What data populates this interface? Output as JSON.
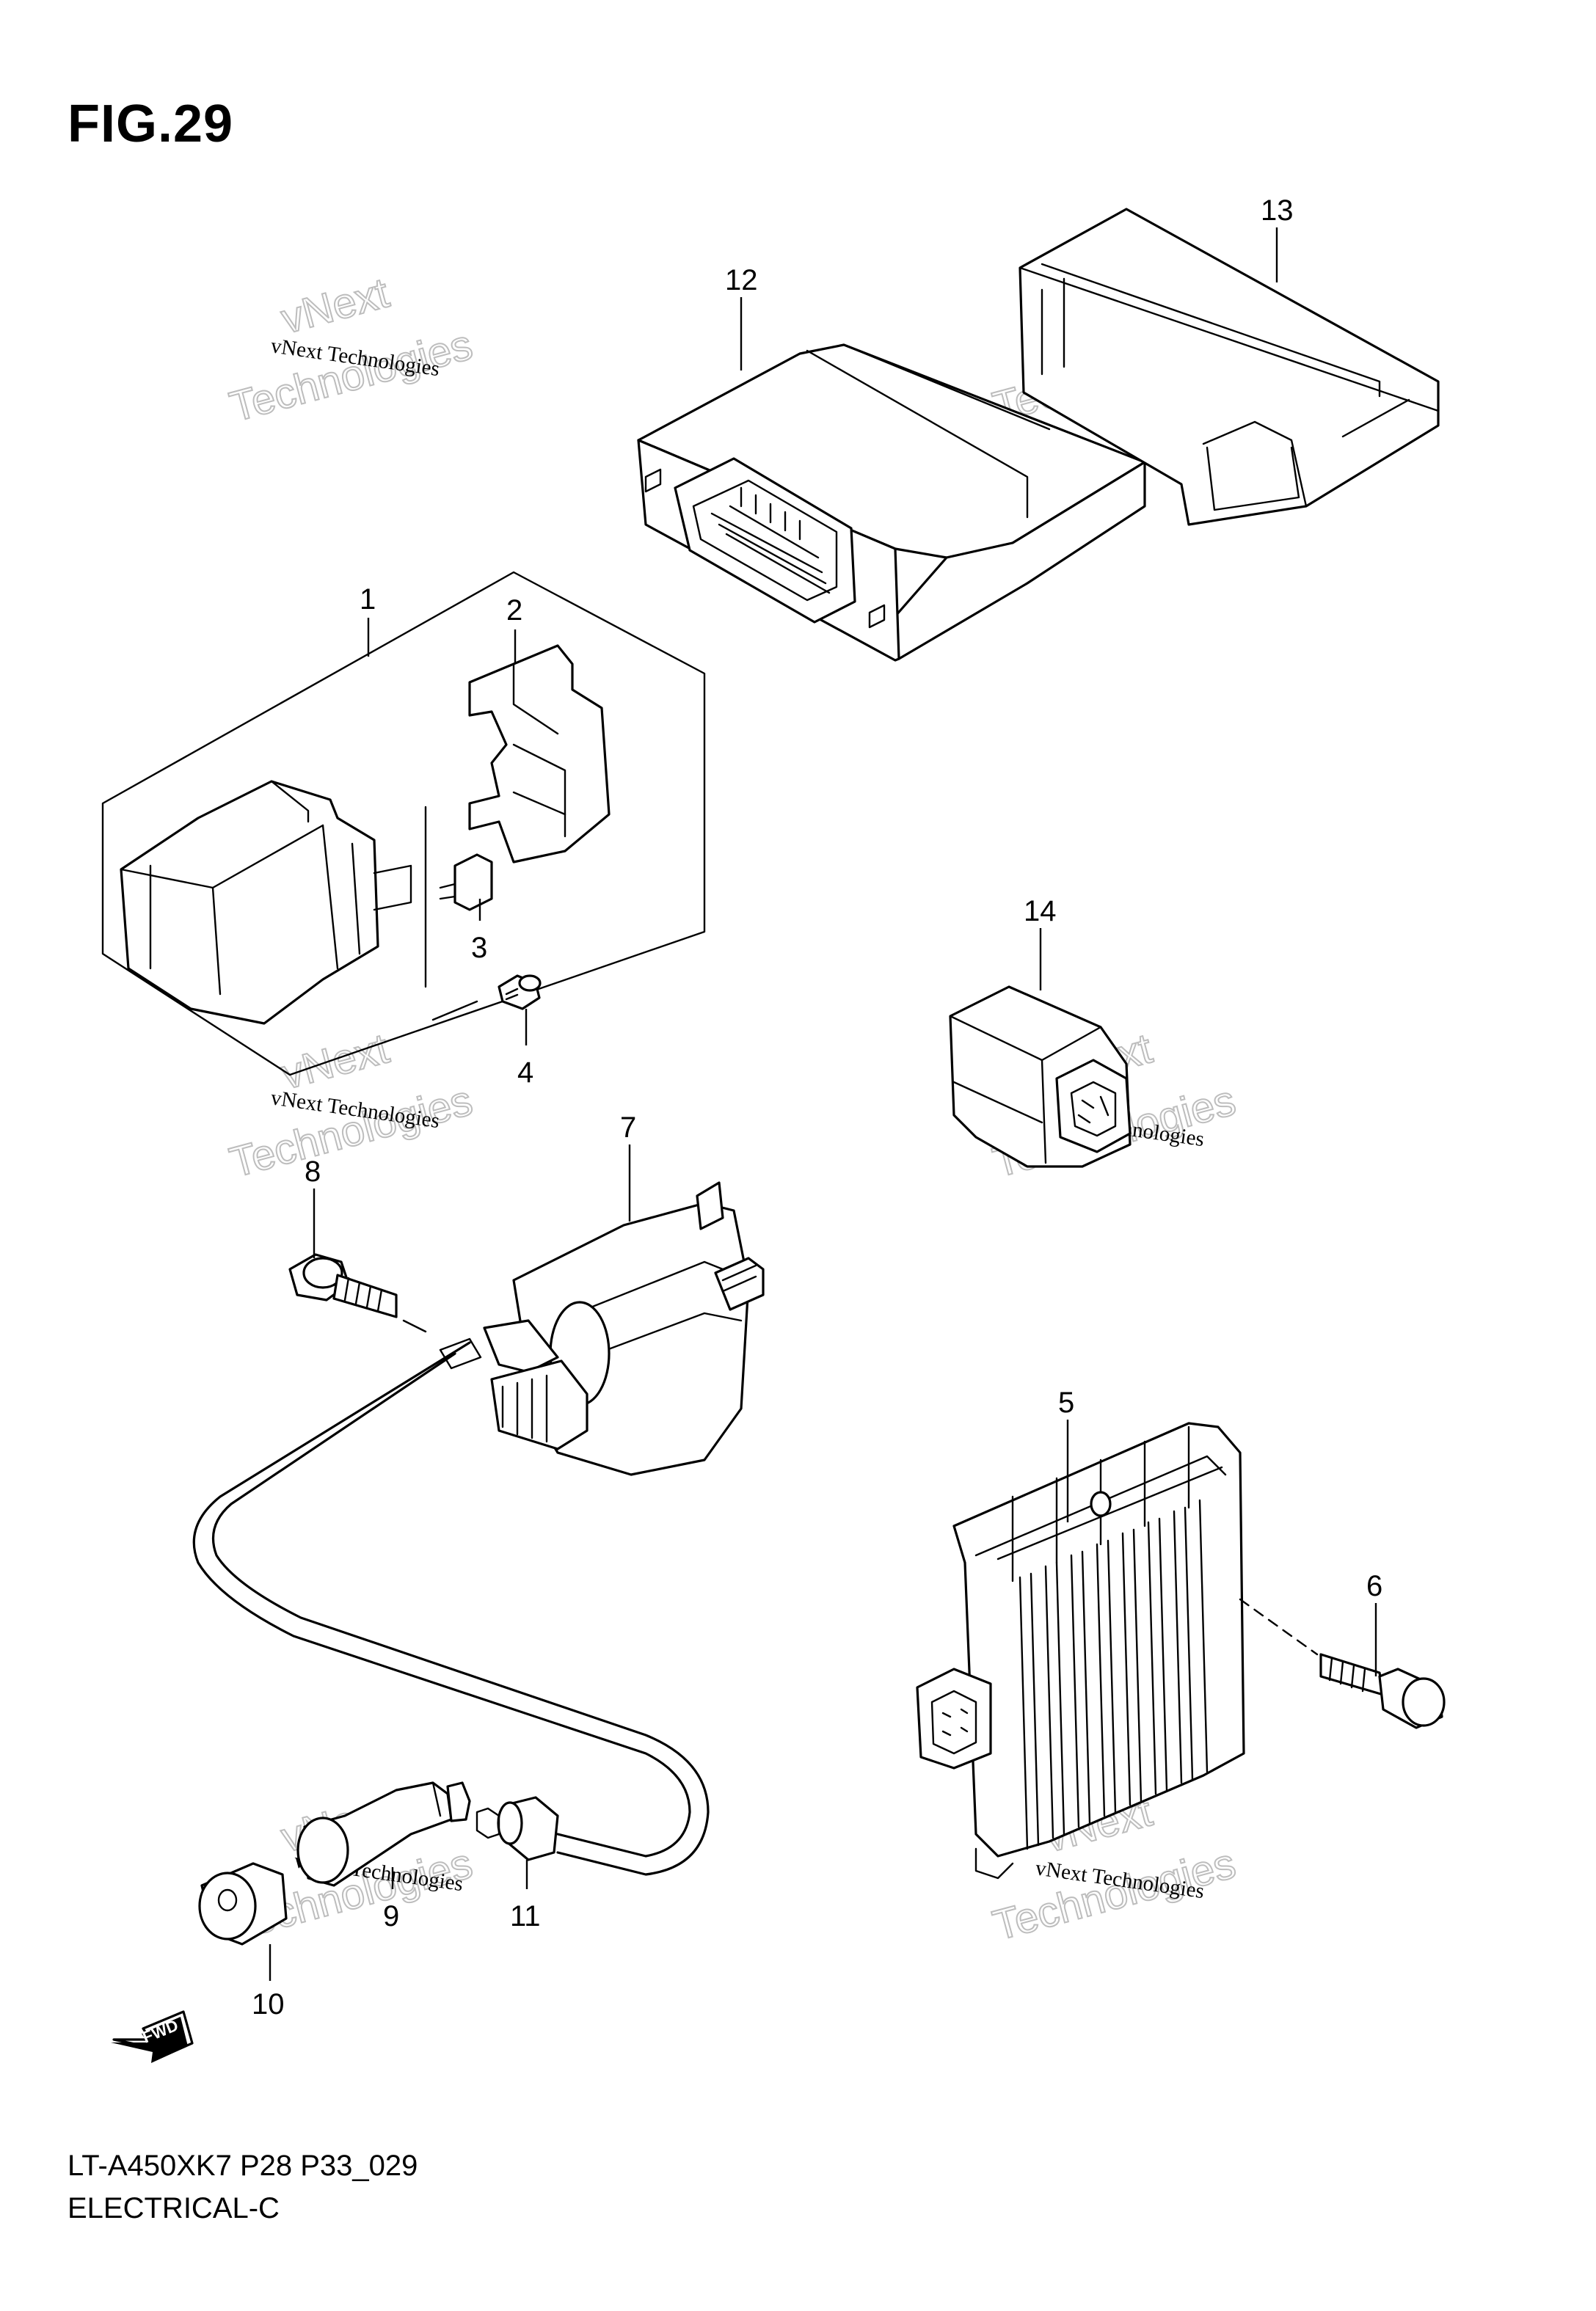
{
  "figure": {
    "title": "FIG.29"
  },
  "footer": {
    "model_code": "LT-A450XK7 P28 P33_029",
    "section": "ELECTRICAL-C"
  },
  "direction_marker": {
    "label": "FWD",
    "icon": "fwd-arrow-icon"
  },
  "callouts": {
    "c1": "1",
    "c2": "2",
    "c3": "3",
    "c4": "4",
    "c5": "5",
    "c6": "6",
    "c7": "7",
    "c8": "8",
    "c9": "9",
    "c10": "10",
    "c11": "11",
    "c12": "12",
    "c13": "13",
    "c14": "14"
  },
  "watermark": {
    "brand": "vNext",
    "brand_sub": "Technologies",
    "caption": "vNext Technologies"
  }
}
